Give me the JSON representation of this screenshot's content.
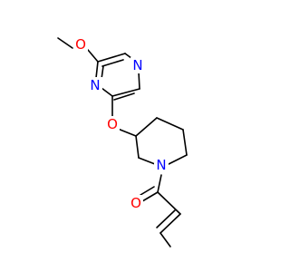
{
  "structure": {
    "atoms": [
      {
        "id": "O_methoxy",
        "label": "O",
        "color": "#ff0000"
      },
      {
        "id": "N_pyrazine_top",
        "label": "N",
        "color": "#0000ff"
      },
      {
        "id": "N_pyrazine_left",
        "label": "N",
        "color": "#0000ff"
      },
      {
        "id": "O_ether",
        "label": "O",
        "color": "#ff0000"
      },
      {
        "id": "N_piperidine",
        "label": "N",
        "color": "#0000ff"
      },
      {
        "id": "O_carbonyl",
        "label": "O",
        "color": "#ff0000"
      }
    ],
    "bond_color": "#000000"
  }
}
